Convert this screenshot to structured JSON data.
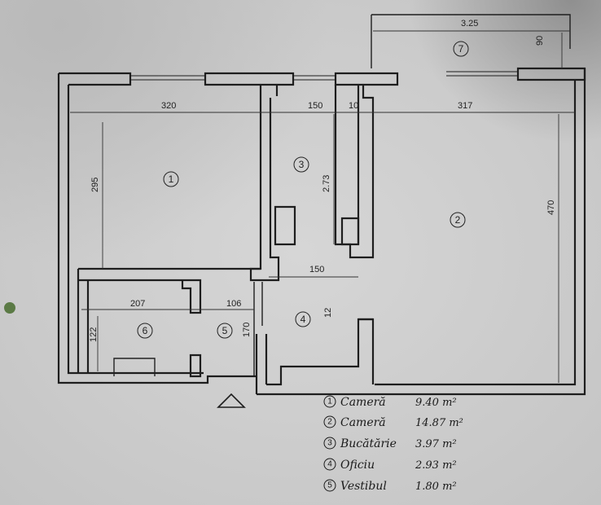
{
  "plan": {
    "rooms": [
      {
        "no": "1"
      },
      {
        "no": "2"
      },
      {
        "no": "3"
      },
      {
        "no": "4"
      },
      {
        "no": "5"
      },
      {
        "no": "6"
      },
      {
        "no": "7"
      }
    ],
    "dimensions": {
      "d320": "320",
      "d150_top": "150",
      "d10": "10",
      "d317": "317",
      "d325": "3.25",
      "d90": "90",
      "d295": "295",
      "d273": "2.73",
      "d470": "470",
      "d150_mid": "150",
      "d207": "207",
      "d106": "106",
      "d122": "122",
      "d170": "170",
      "d12": "12"
    },
    "legend": [
      {
        "no": "1",
        "name": "Cameră",
        "area": "9.40 m²"
      },
      {
        "no": "2",
        "name": "Cameră",
        "area": "14.87 m²"
      },
      {
        "no": "3",
        "name": "Bucătărie",
        "area": "3.97 m²"
      },
      {
        "no": "4",
        "name": "Oficiu",
        "area": "2.93 m²"
      },
      {
        "no": "5",
        "name": "Vestibul",
        "area": "1.80 m²"
      }
    ]
  }
}
